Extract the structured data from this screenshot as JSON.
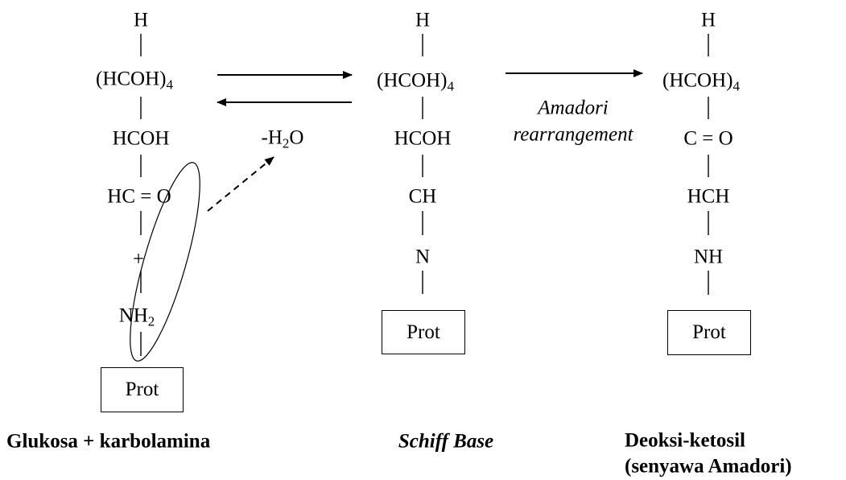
{
  "diagram": {
    "columns": [
      {
        "id": "glucose",
        "atoms": [
          "H",
          "(HCOH)",
          "HCOH",
          "HC = O",
          "+",
          "NH"
        ],
        "subscripts": {
          "hcoh4": "4",
          "nh2": "2"
        },
        "box": "Prot",
        "caption": "Glukosa + karbolamina"
      },
      {
        "id": "schiff",
        "atoms": [
          "H",
          "(HCOH)",
          "HCOH",
          "CH",
          "N"
        ],
        "subscripts": {
          "hcoh4": "4"
        },
        "box": "Prot",
        "caption": "Schiff Base"
      },
      {
        "id": "amadori",
        "atoms": [
          "H",
          "(HCOH)",
          "C = O",
          "HCH",
          "NH"
        ],
        "subscripts": {
          "hcoh4": "4"
        },
        "box": "Prot",
        "caption_line1": "Deoksi-ketosil",
        "caption_line2": "(senyawa Amadori)"
      }
    ],
    "water_loss": {
      "prefix": "-H",
      "sub": "2",
      "suffix": "O"
    },
    "amadori_label": {
      "line1": "Amadori",
      "line2": "rearrangement"
    }
  }
}
